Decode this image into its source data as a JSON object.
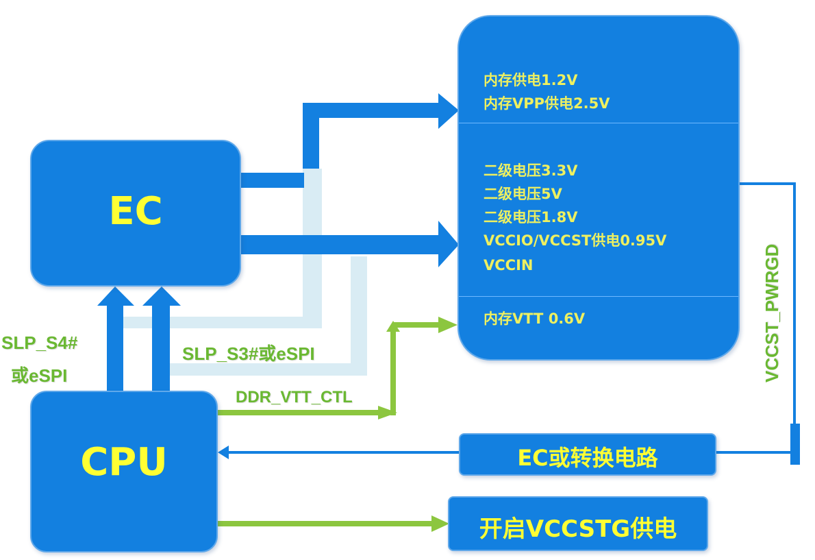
{
  "ec": {
    "label": "EC"
  },
  "cpu": {
    "label": "CPU"
  },
  "rails": {
    "memory_group": [
      "内存供电1.2V",
      "内存VPP供电2.5V"
    ],
    "secondary_group": [
      "二级电压3.3V",
      "二级电压5V",
      "二级电压1.8V",
      "VCCIO/VCCST供电0.95V",
      "VCCIN"
    ],
    "vtt_group": [
      "内存VTT 0.6V"
    ]
  },
  "converter": {
    "label": "EC或转换电路"
  },
  "vccstg": {
    "label": "开启VCCSTG供电"
  },
  "signals": {
    "slp_s4_line1": "SLP_S4#",
    "slp_s4_line2": "或eSPI",
    "slp_s3": "SLP_S3#或eSPI",
    "ddr_vtt_ctl": "DDR_VTT_CTL",
    "vccst_pwrgd": "VCCST_PWRGD"
  },
  "colors": {
    "box_fill": "#1380e0",
    "label_yellow": "#ffff33",
    "signal_green": "#6ab832",
    "pale_blue": "#d9ecf4"
  }
}
